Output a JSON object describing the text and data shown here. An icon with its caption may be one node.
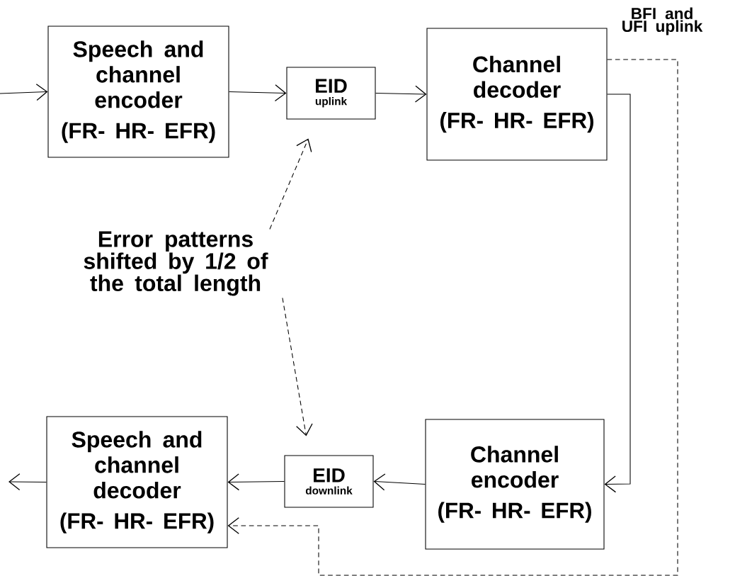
{
  "diagram": {
    "nodes": [
      {
        "text": [
          "Speech and channel encoder",
          "(FR- HR- EFR)"
        ]
      },
      {
        "text": [
          "EID",
          "uplink"
        ]
      },
      {
        "text": [
          "Channel decoder",
          "(FR- HR- EFR)"
        ]
      },
      {
        "text": [
          "Error patterns shifted by 1/2 of the total length"
        ]
      },
      {
        "text": [
          "Speech and channel decoder",
          "(FR- HR- EFR)"
        ]
      },
      {
        "text": [
          "EID",
          "downlink"
        ]
      },
      {
        "text": [
          "Channel encoder",
          "(FR- HR- EFR)"
        ]
      }
    ],
    "edges": [
      {
        "from": null,
        "to": 0,
        "arrow": "to"
      },
      {
        "from": 0,
        "to": 1,
        "arrow": "to"
      },
      {
        "from": 1,
        "to": 2,
        "arrow": "to"
      },
      {
        "from": 2,
        "to": 6,
        "arrow": "to"
      },
      {
        "from": 6,
        "to": 5,
        "arrow": "to"
      },
      {
        "from": 5,
        "to": 4,
        "arrow": "to"
      },
      {
        "from": 4,
        "to": null,
        "arrow": "to"
      },
      {
        "from": 3,
        "to": 1,
        "arrow": "to",
        "style": "dashed"
      },
      {
        "from": 3,
        "to": 5,
        "arrow": "to",
        "style": "dashed"
      },
      {
        "from": 2,
        "to": 4,
        "arrow": "to",
        "style": "dashed",
        "label": "BFI and UFI uplink"
      }
    ]
  }
}
